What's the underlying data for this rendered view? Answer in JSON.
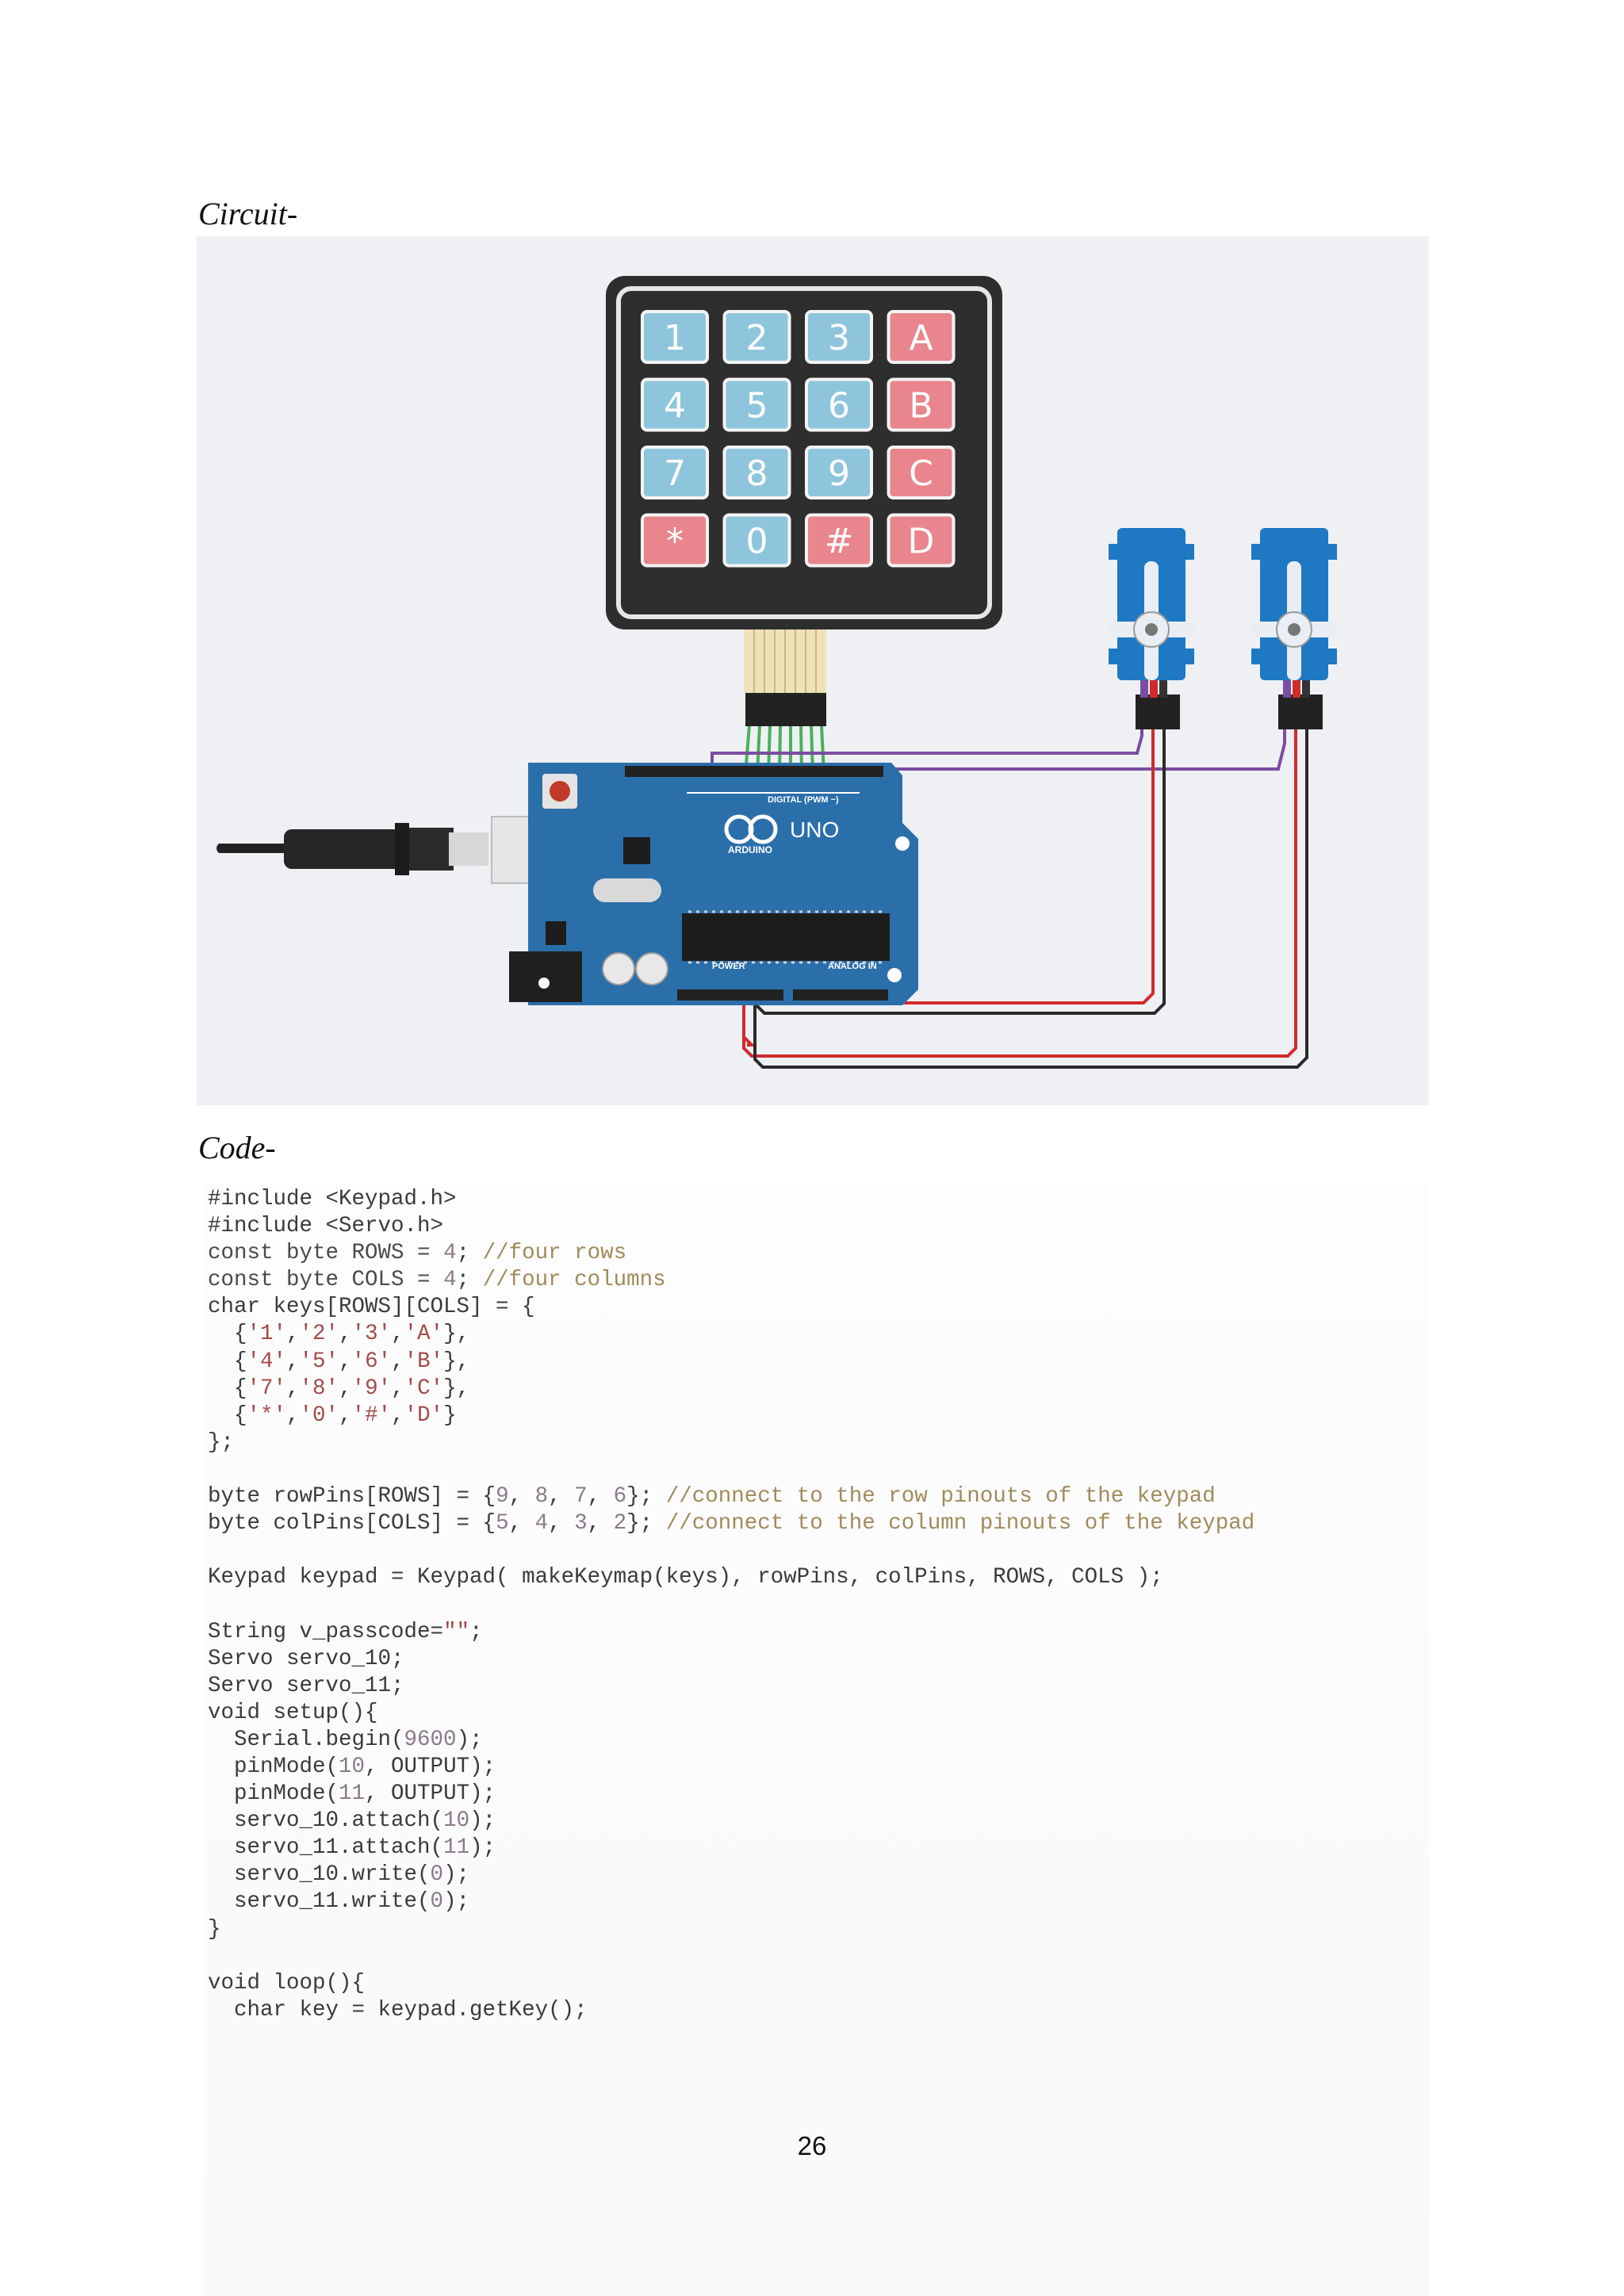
{
  "headings": {
    "circuit": "Circuit-",
    "code": "Code-"
  },
  "circuit": {
    "keypad": {
      "keys": [
        [
          "1",
          "2",
          "3",
          "A"
        ],
        [
          "4",
          "5",
          "6",
          "B"
        ],
        [
          "7",
          "8",
          "9",
          "C"
        ],
        [
          "*",
          "0",
          "#",
          "D"
        ]
      ],
      "colors": {
        "digit": "#8ec5dc",
        "letter": "#e9858c",
        "frame": "#2e2e2e"
      }
    },
    "board": {
      "logo_text": "ARDUINO",
      "model_text": "UNO",
      "digital_label": "DIGITAL (PWM ~)",
      "power_label": "POWER",
      "analog_label": "ANALOG IN",
      "color": "#2b6faa"
    },
    "wire_colors": {
      "signal": "#7a4ea0",
      "power": "#d12b2b",
      "ground": "#2a2a2a",
      "keypad": "#49b05a"
    }
  },
  "code": [
    [
      [
        "",
        "#include <Keypad.h>"
      ]
    ],
    [
      [
        "",
        "#include <Servo.h>"
      ]
    ],
    [
      [
        "kw",
        "const byte ROWS = "
      ],
      [
        "num",
        "4"
      ],
      [
        "",
        "; "
      ],
      [
        "cmt",
        "//four rows"
      ]
    ],
    [
      [
        "kw",
        "const byte COLS = "
      ],
      [
        "num",
        "4"
      ],
      [
        "",
        "; "
      ],
      [
        "cmt",
        "//four columns"
      ]
    ],
    [
      [
        "",
        "char keys[ROWS][COLS] = {"
      ]
    ],
    [
      [
        "",
        "  {"
      ],
      [
        "str",
        "'1'"
      ],
      [
        "",
        ","
      ],
      [
        "str",
        "'2'"
      ],
      [
        "",
        ","
      ],
      [
        "str",
        "'3'"
      ],
      [
        "",
        ","
      ],
      [
        "str",
        "'A'"
      ],
      [
        "",
        "},"
      ]
    ],
    [
      [
        "",
        "  {"
      ],
      [
        "str",
        "'4'"
      ],
      [
        "",
        ","
      ],
      [
        "str",
        "'5'"
      ],
      [
        "",
        ","
      ],
      [
        "str",
        "'6'"
      ],
      [
        "",
        ","
      ],
      [
        "str",
        "'B'"
      ],
      [
        "",
        "},"
      ]
    ],
    [
      [
        "",
        "  {"
      ],
      [
        "str",
        "'7'"
      ],
      [
        "",
        ","
      ],
      [
        "str",
        "'8'"
      ],
      [
        "",
        ","
      ],
      [
        "str",
        "'9'"
      ],
      [
        "",
        ","
      ],
      [
        "str",
        "'C'"
      ],
      [
        "",
        "},"
      ]
    ],
    [
      [
        "",
        "  {"
      ],
      [
        "str",
        "'*'"
      ],
      [
        "",
        ","
      ],
      [
        "str",
        "'0'"
      ],
      [
        "",
        ","
      ],
      [
        "str",
        "'#'"
      ],
      [
        "",
        ","
      ],
      [
        "str",
        "'D'"
      ],
      [
        "",
        "}"
      ]
    ],
    [
      [
        "",
        "};"
      ]
    ],
    [
      [
        "",
        ""
      ]
    ],
    [
      [
        "",
        "byte rowPins[ROWS] = {"
      ],
      [
        "num",
        "9"
      ],
      [
        "",
        ", "
      ],
      [
        "num",
        "8"
      ],
      [
        "",
        ", "
      ],
      [
        "num",
        "7"
      ],
      [
        "",
        ", "
      ],
      [
        "num",
        "6"
      ],
      [
        "",
        "}; "
      ],
      [
        "cmt",
        "//connect to the row pinouts of the keypad"
      ]
    ],
    [
      [
        "",
        "byte colPins[COLS] = {"
      ],
      [
        "num",
        "5"
      ],
      [
        "",
        ", "
      ],
      [
        "num",
        "4"
      ],
      [
        "",
        ", "
      ],
      [
        "num",
        "3"
      ],
      [
        "",
        ", "
      ],
      [
        "num",
        "2"
      ],
      [
        "",
        "}; "
      ],
      [
        "cmt",
        "//connect to the column pinouts of the keypad"
      ]
    ],
    [
      [
        "",
        ""
      ]
    ],
    [
      [
        "",
        "Keypad keypad = Keypad( makeKeymap(keys), rowPins, colPins, ROWS, COLS );"
      ]
    ],
    [
      [
        "",
        ""
      ]
    ],
    [
      [
        "",
        "String v_passcode="
      ],
      [
        "str",
        "\"\""
      ],
      [
        "",
        ";"
      ]
    ],
    [
      [
        "",
        "Servo servo_10;"
      ]
    ],
    [
      [
        "",
        "Servo servo_11;"
      ]
    ],
    [
      [
        "",
        "void setup(){"
      ]
    ],
    [
      [
        "",
        "  Serial.begin("
      ],
      [
        "num",
        "9600"
      ],
      [
        "",
        ");"
      ]
    ],
    [
      [
        "",
        "  pinMode("
      ],
      [
        "num",
        "10"
      ],
      [
        "",
        ", OUTPUT);"
      ]
    ],
    [
      [
        "",
        "  pinMode("
      ],
      [
        "num",
        "11"
      ],
      [
        "",
        ", OUTPUT);"
      ]
    ],
    [
      [
        "",
        "  servo_10.attach("
      ],
      [
        "num",
        "10"
      ],
      [
        "",
        ");"
      ]
    ],
    [
      [
        "",
        "  servo_11.attach("
      ],
      [
        "num",
        "11"
      ],
      [
        "",
        ");"
      ]
    ],
    [
      [
        "",
        "  servo_10.write("
      ],
      [
        "num",
        "0"
      ],
      [
        "",
        ");"
      ]
    ],
    [
      [
        "",
        "  servo_11.write("
      ],
      [
        "num",
        "0"
      ],
      [
        "",
        ");"
      ]
    ],
    [
      [
        "",
        "}"
      ]
    ],
    [
      [
        "",
        ""
      ]
    ],
    [
      [
        "",
        "void loop(){"
      ]
    ],
    [
      [
        "",
        "  char key = keypad.getKey();"
      ]
    ]
  ],
  "page_number": "26"
}
